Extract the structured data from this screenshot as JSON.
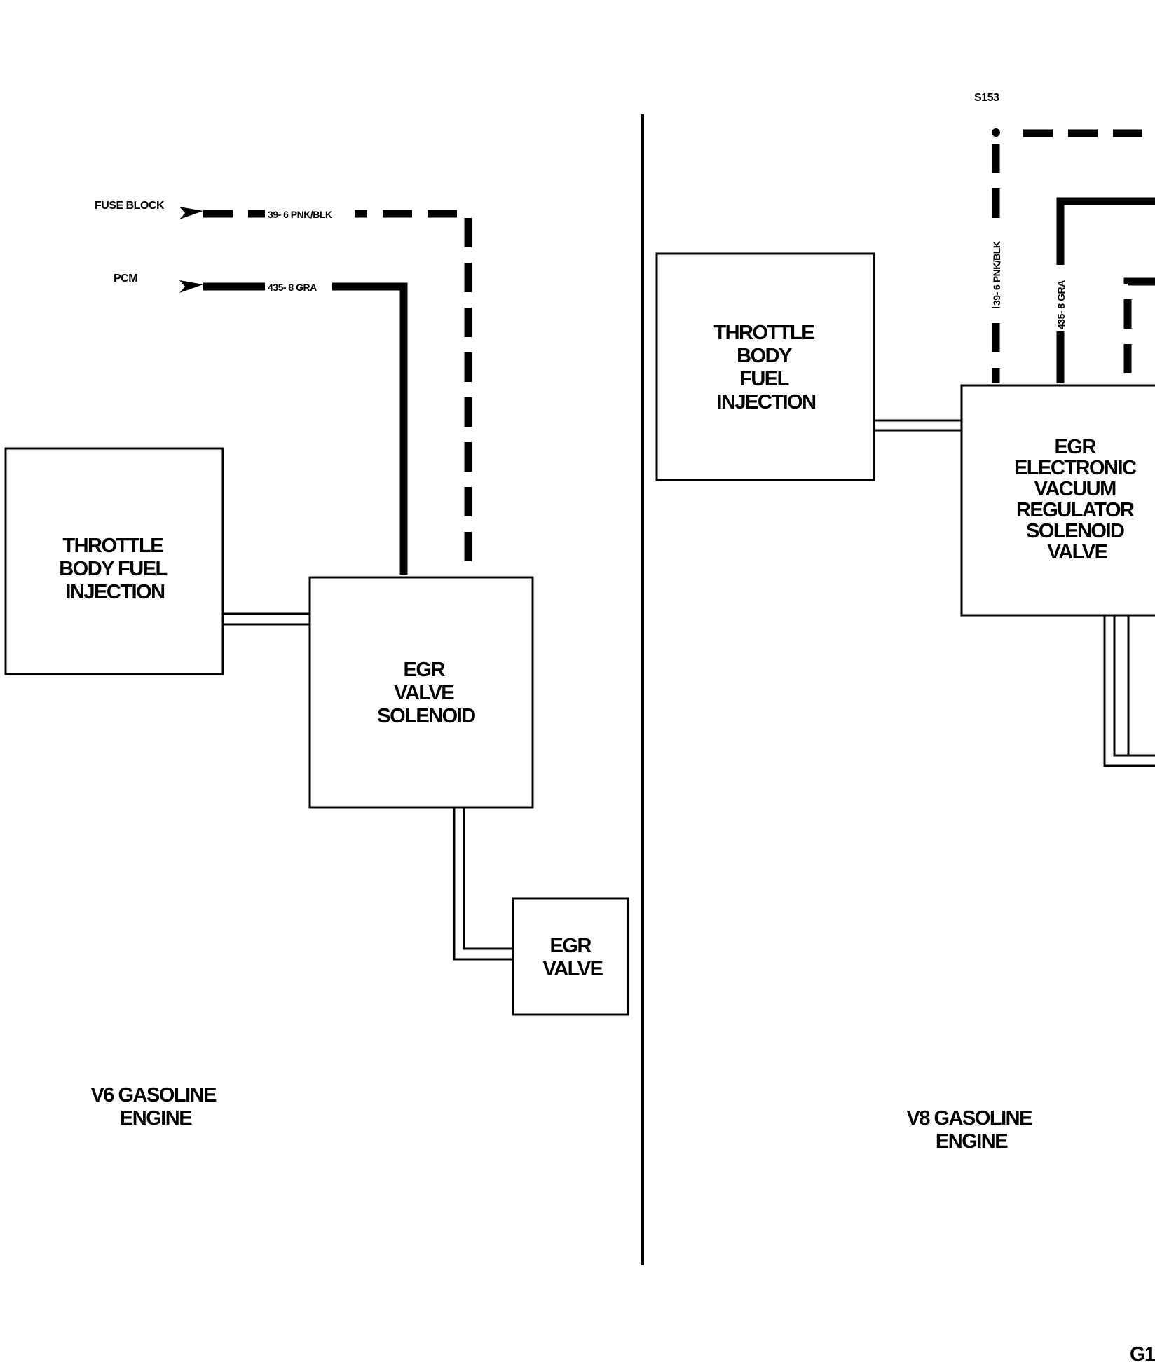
{
  "v6": {
    "fuse_block_label": "FUSE BLOCK",
    "pcm_label": "PCM",
    "wire_pnk": "39- 6 PNK/BLK",
    "wire_gra": "435- 8 GRA",
    "tbfi_lines": [
      "THROTTLE",
      "BODY FUEL",
      "INJECTION"
    ],
    "egr_solenoid_lines": [
      "EGR",
      "VALVE",
      "SOLENOID"
    ],
    "egr_valve_lines": [
      "EGR",
      "VALVE"
    ],
    "engine_lines": [
      "V6 GASOLINE",
      "ENGINE"
    ]
  },
  "v8": {
    "splice_label": "S153",
    "wire_pnk": "39- 6 PNK/BLK",
    "wire_gra": "435- 8 GRA",
    "tbfi_lines": [
      "THROTTLE",
      "BODY",
      "FUEL",
      "INJECTION"
    ],
    "egr_regulator_lines": [
      "EGR",
      "ELECTRONIC",
      "VACUUM",
      "REGULATOR",
      "SOLENOID",
      "VALVE"
    ],
    "engine_lines": [
      "V8 GASOLINE",
      "ENGINE"
    ]
  },
  "page_code": "G1"
}
